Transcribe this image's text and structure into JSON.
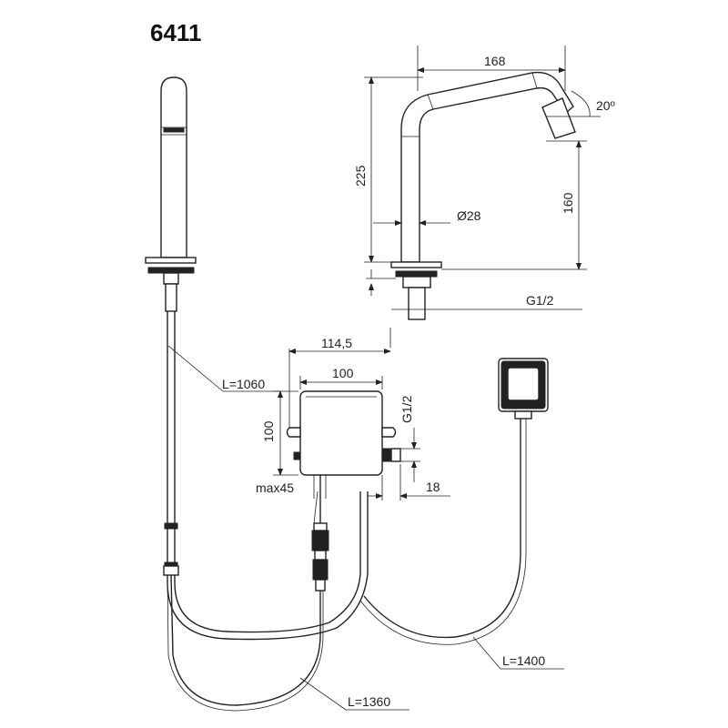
{
  "title": "6411",
  "dimensions": {
    "spout_reach": "168",
    "angle": "20º",
    "height_total": "225",
    "spout_height": "160",
    "diameter": "Ø28",
    "thread_spout": "G1/2",
    "box_total_width": "114,5",
    "box_width": "100",
    "box_height": "100",
    "thread_box": "G1/2",
    "box_offset": "18",
    "max_depth": "max45"
  },
  "cables": {
    "hose": "L=1060",
    "sensor_cable": "L=1360",
    "button_cable": "L=1400"
  }
}
